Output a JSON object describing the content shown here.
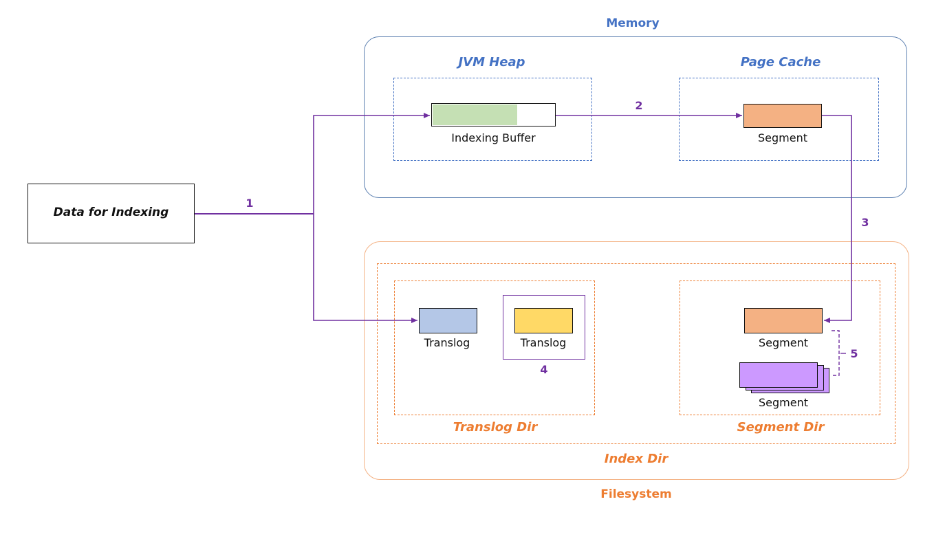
{
  "memory": {
    "title": "Memory",
    "jvm_heap": {
      "title": "JVM Heap",
      "buffer_label": "Indexing Buffer"
    },
    "page_cache": {
      "title": "Page Cache",
      "segment_label": "Segment"
    }
  },
  "filesystem": {
    "title": "Filesystem",
    "index_dir": {
      "title": "Index Dir"
    },
    "translog_dir": {
      "title": "Translog Dir",
      "translog_label_1": "Translog",
      "translog_label_2": "Translog"
    },
    "segment_dir": {
      "title": "Segment Dir",
      "segment_label_1": "Segment",
      "segment_label_2": "Segment"
    }
  },
  "source": {
    "label": "Data for Indexing"
  },
  "steps": {
    "s1": "1",
    "s2": "2",
    "s3": "3",
    "s4": "4",
    "s5": "5"
  },
  "colors": {
    "memory_border": "#5b7fb0",
    "dashed_blue": "#4472c4",
    "filesystem_border": "#f4b183",
    "dashed_orange": "#ed7d31",
    "arrow": "#7030a0",
    "buffer_fill": "#c5e0b4",
    "segment_fill": "#f4b183",
    "translog_blue": "#b4c7e7",
    "translog_yellow": "#ffd966",
    "merged_segment": "#cc99ff"
  }
}
